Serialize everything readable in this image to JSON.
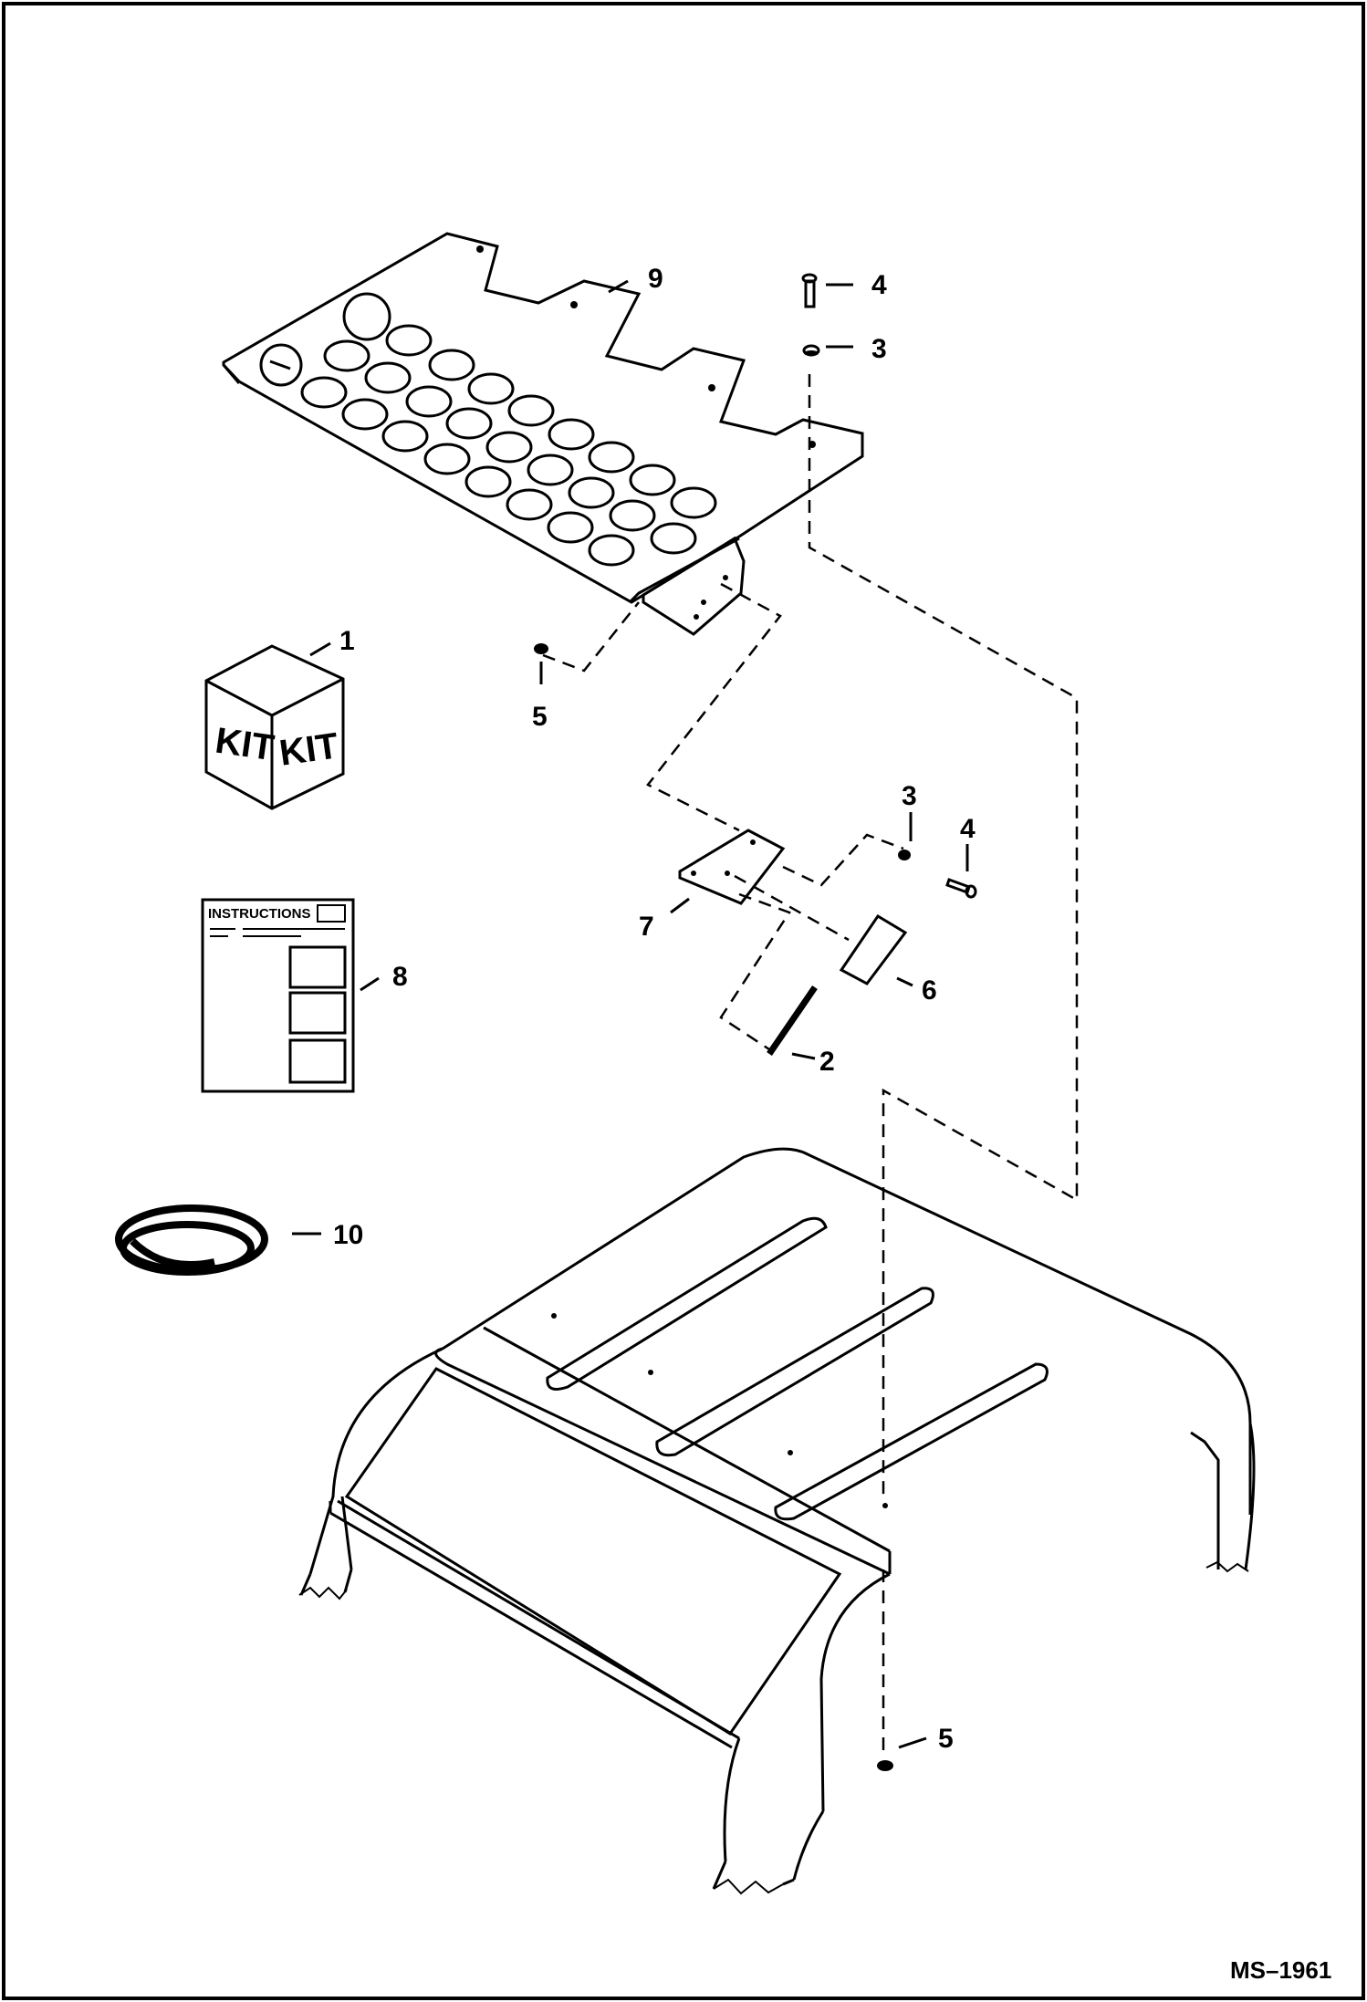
{
  "figure_id": "MS–1961",
  "callouts": {
    "c1": "1",
    "c2": "2",
    "c3a": "3",
    "c3b": "3",
    "c4a": "4",
    "c4b": "4",
    "c5a": "5",
    "c5b": "5",
    "c6": "6",
    "c7": "7",
    "c8": "8",
    "c9": "9",
    "c10": "10"
  },
  "kit_box": {
    "left_face": "KIT",
    "right_face": "KIT"
  },
  "instructions_sheet": {
    "heading": "INSTRUCTIONS"
  }
}
